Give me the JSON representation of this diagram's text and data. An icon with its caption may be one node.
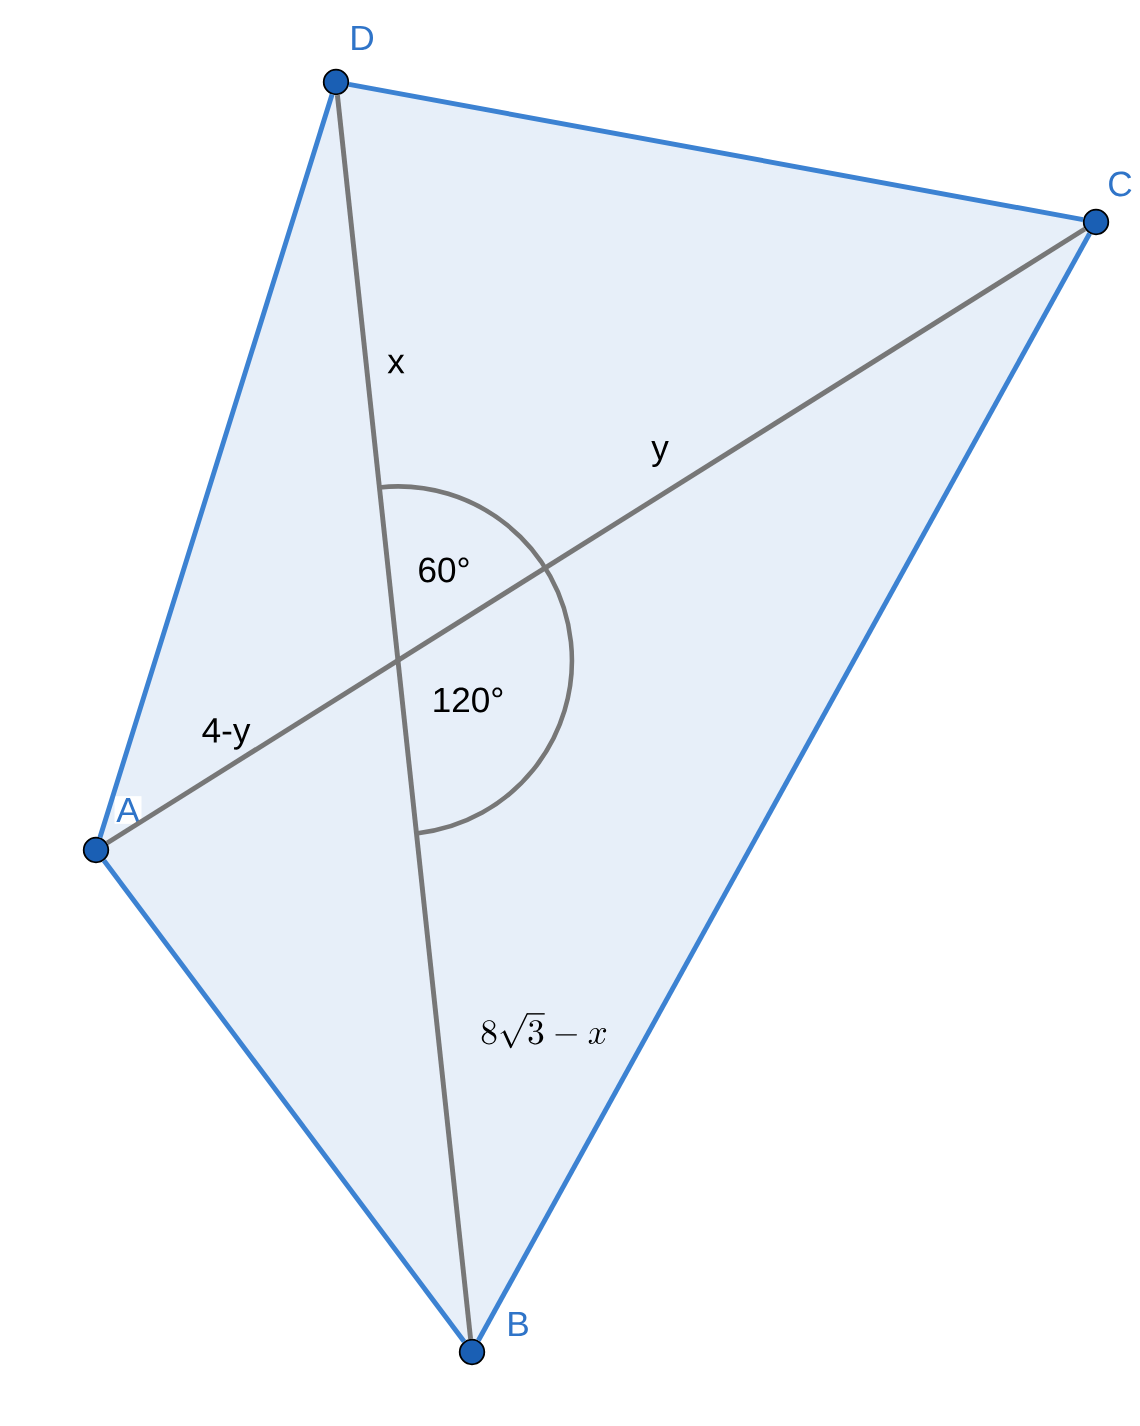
{
  "diagram": {
    "nodes": [
      {
        "text": [
          "D"
        ]
      },
      {
        "text": [
          "C"
        ]
      },
      {
        "text": [
          "A"
        ]
      },
      {
        "text": [
          "B"
        ]
      }
    ],
    "edges": [
      {
        "from": 0,
        "to": 1,
        "arrow": "none"
      },
      {
        "from": 1,
        "to": 3,
        "arrow": "none"
      },
      {
        "from": 3,
        "to": 2,
        "arrow": "none"
      },
      {
        "from": 2,
        "to": 0,
        "arrow": "none"
      },
      {
        "from": 0,
        "to": 3,
        "arrow": "none",
        "color": "#777777"
      },
      {
        "from": 2,
        "to": 1,
        "arrow": "none",
        "color": "#777777"
      }
    ],
    "labels": [
      "x",
      "y",
      "60°",
      "4-y",
      "120°",
      "8\\sqrt{3}-x"
    ]
  }
}
